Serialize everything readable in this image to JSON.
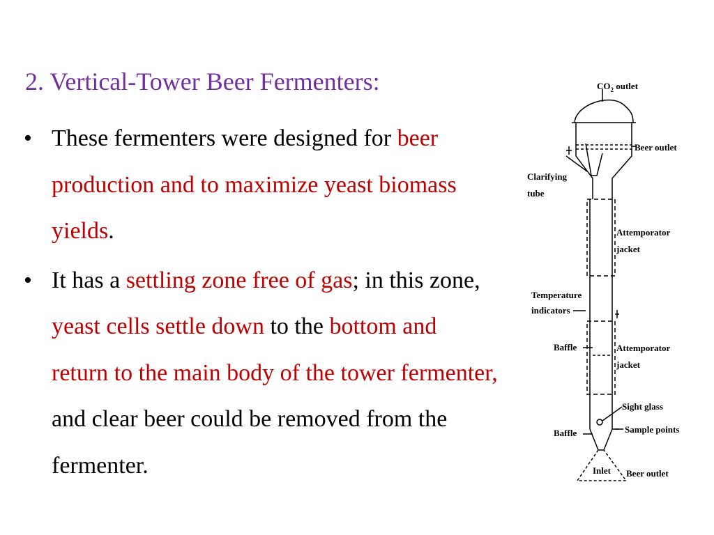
{
  "heading": "2. Vertical-Tower Beer Fermenters:",
  "bullet_char": "•",
  "bullets": [
    {
      "parts": [
        {
          "text": "These fermenters were designed for ",
          "style": "black"
        },
        {
          "text": "beer production and to maximize yeast biomass yields",
          "style": "red"
        },
        {
          "text": ".",
          "style": "black"
        }
      ]
    },
    {
      "parts": [
        {
          "text": "It has a ",
          "style": "black"
        },
        {
          "text": "settling zone free of gas",
          "style": "red"
        },
        {
          "text": "; in this zone, ",
          "style": "black"
        },
        {
          "text": "yeast cells settle down",
          "style": "red"
        },
        {
          "text": " to the ",
          "style": "black"
        },
        {
          "text": "bottom and return to the main body of the tower fermenter,",
          "style": "red"
        },
        {
          "text": " and clear beer could be removed from the fermenter.",
          "style": "black"
        }
      ]
    }
  ],
  "diagram": {
    "labels": {
      "co2_outlet_main": "CO",
      "co2_outlet_sub": "2",
      "co2_outlet_rest": " outlet",
      "beer_outlet_top": "Beer outlet",
      "clarifying_tube_1": "Clarifying",
      "clarifying_tube_2": "tube",
      "attemporator_jacket_1a": "Attemporator",
      "attemporator_jacket_1b": "jacket",
      "temperature_indicators_1": "Temperature",
      "temperature_indicators_2": "indicators",
      "baffle_upper": "Baffle",
      "attemporator_jacket_2a": "Attemporator",
      "attemporator_jacket_2b": "jacket",
      "sight_glass": "Sight glass",
      "sample_points": "Sample points",
      "baffle_lower": "Baffle",
      "inlet": "Inlet",
      "beer_outlet_bottom": "Beer outlet"
    }
  }
}
